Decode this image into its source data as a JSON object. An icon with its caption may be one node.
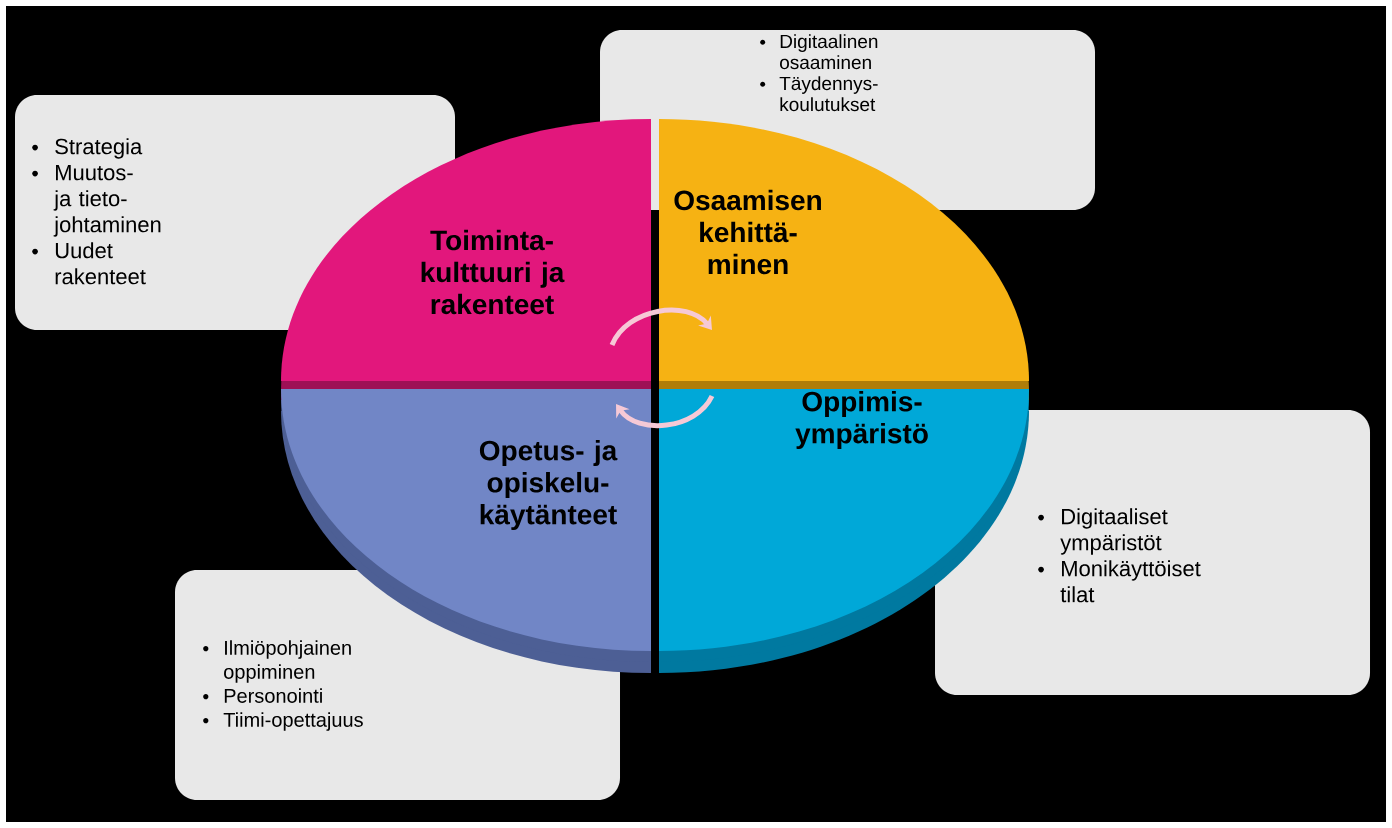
{
  "diagram": {
    "nodes": [
      {
        "text": [
          "Strategia",
          "Muutos- ja tieto- johtaminen",
          "Uudet rakenteet"
        ]
      },
      {
        "text": [
          "Digitaalinen osaaminen",
          "Täydennys- koulutukset"
        ]
      },
      {
        "text": [
          "Toiminta- kulttuuri ja rakenteet"
        ]
      },
      {
        "text": [
          "Osaamisen kehittä- minen"
        ]
      },
      {
        "text": [
          "Oppimis- ympäristö"
        ]
      },
      {
        "text": [
          "Opetus- ja opiskelu- käytänteet"
        ]
      },
      {
        "text": [
          "Digitaaliset ympäristöt",
          "Monikäyttöiset tilat"
        ]
      },
      {
        "text": [
          "Ilmiöpohjainen oppiminen",
          "Personointi",
          "Tiimi-opettajuus"
        ]
      }
    ],
    "edges": [
      {
        "from": 2,
        "to": 3,
        "arrow": "to"
      },
      {
        "from": 4,
        "to": 5,
        "arrow": "to"
      }
    ]
  }
}
